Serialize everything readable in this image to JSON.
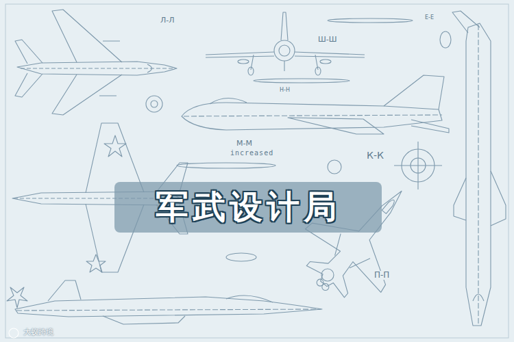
{
  "diagram": {
    "nodes": [
      {
        "text": [
          "军武设计局"
        ]
      }
    ],
    "labels": [
      "Л-Л",
      "Ш-Ш",
      "Е-Е",
      "Н-Н",
      "М-М",
      "increased",
      "К-К",
      "П-П",
      "大蚁跨境"
    ]
  }
}
